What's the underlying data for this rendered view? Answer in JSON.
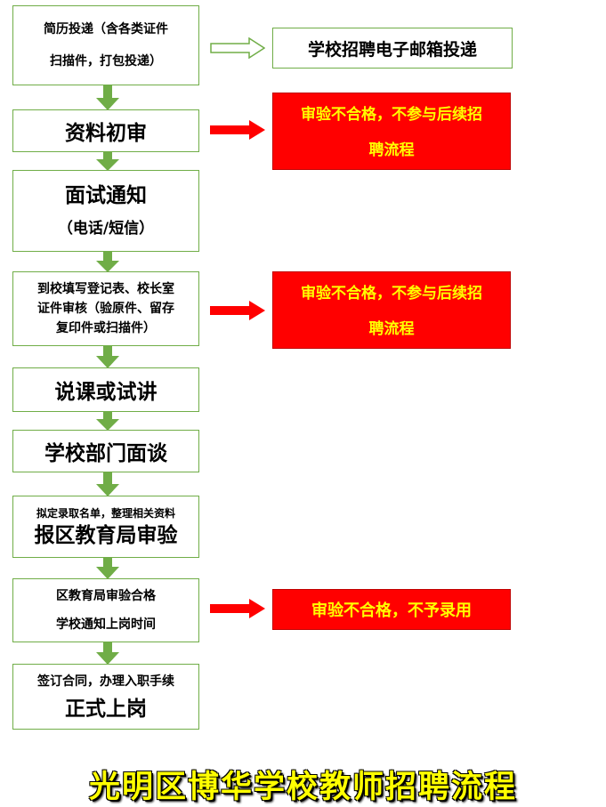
{
  "steps": [
    {
      "lines": [
        "简历投递（含各类证件",
        "扫描件，打包投递）"
      ]
    },
    {
      "lines": [
        "资料初审"
      ]
    },
    {
      "lines": [
        "面试通知",
        "（电话/短信）"
      ]
    },
    {
      "lines": [
        "到校填写登记表、校长室",
        "证件审核（验原件、留存",
        "复印件或扫描件）"
      ]
    },
    {
      "lines": [
        "说课或试讲"
      ]
    },
    {
      "lines": [
        "学校部门面谈"
      ]
    },
    {
      "lines": [
        "拟定录取名单，整理相关资料",
        "报区教育局审验"
      ]
    },
    {
      "lines": [
        "区教育局审验合格",
        "学校通知上岗时间"
      ]
    },
    {
      "lines": [
        "签订合同，办理入职手续",
        "正式上岗"
      ]
    }
  ],
  "side": {
    "email": "学校招聘电子邮箱投递",
    "reject1": [
      "审验不合格，不参与后续招",
      "聘流程"
    ],
    "reject2": [
      "审验不合格，不参与后续招",
      "聘流程"
    ],
    "reject3": "审验不合格，不予录用"
  },
  "title": "光明区博华学校教师招聘流程",
  "colors": {
    "box_border": "#70ad47",
    "flow_arrow": "#70ad47",
    "reject_fill": "#ff0000",
    "reject_text": "#ffff00",
    "reject_arrow": "#ff0000"
  }
}
